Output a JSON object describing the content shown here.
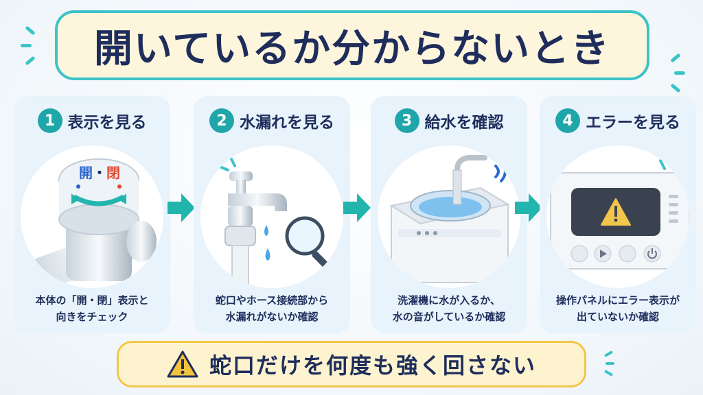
{
  "title": "開いているか分からないとき",
  "steps": [
    {
      "number": "1",
      "label": "表示を見る",
      "caption_lines": [
        "本体の「開・閉」表示と",
        "向きをチェック"
      ]
    },
    {
      "number": "2",
      "label": "水漏れを見る",
      "caption_lines": [
        "蛇口やホース接続部から",
        "水漏れがないか確認"
      ]
    },
    {
      "number": "3",
      "label": "給水を確認",
      "caption_lines": [
        "洗濯機に水が入るか、",
        "水の音がしているか確認"
      ]
    },
    {
      "number": "4",
      "label": "エラーを見る",
      "caption_lines": [
        "操作パネルにエラー表示が",
        "出ていないか確認"
      ]
    }
  ],
  "valve_labels": {
    "open": "開",
    "dot": "・",
    "close": "閉"
  },
  "warning": {
    "text": "蛇口だけを何度も強く回さない",
    "icon": "warning-triangle-icon"
  },
  "colors": {
    "accent": "#3cc3c8",
    "number_badge": "#1fa6a8",
    "text": "#1f2d5c",
    "warning_bg": "#fdf3cf",
    "warning_border": "#f3c64a",
    "open_label": "#2a63c9",
    "close_label": "#e2482f"
  }
}
